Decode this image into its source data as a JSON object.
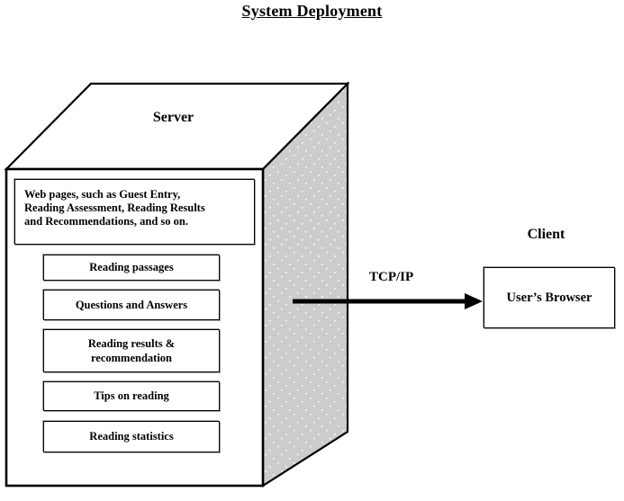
{
  "title": "System Deployment",
  "server": {
    "label": "Server",
    "webpages_box": {
      "lines": [
        "Web pages, such as Guest Entry,",
        "Reading Assessment, Reading Results",
        "and Recommendations, and so on."
      ]
    },
    "components": [
      {
        "label": "Reading passages"
      },
      {
        "label": "Questions and Answers"
      },
      {
        "label_line1": "Reading results &",
        "label_line2": "recommendation"
      },
      {
        "label": "Tips on reading"
      },
      {
        "label": "Reading statistics"
      }
    ]
  },
  "connector": {
    "protocol_label": "TCP/IP",
    "direction": "server-to-client"
  },
  "client": {
    "label": "Client",
    "box_label": "User’s Browser"
  },
  "colors": {
    "background": "#ffffff",
    "stroke": "#000000",
    "side_face_fill": "#cccccc",
    "side_face_dots": "#ffffff",
    "box_shadow": "#a6a6a6"
  }
}
